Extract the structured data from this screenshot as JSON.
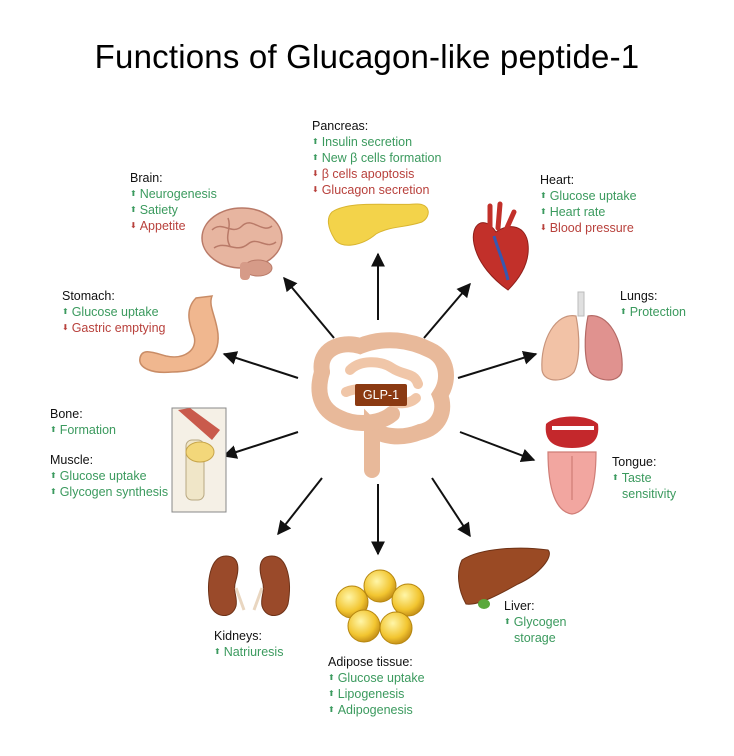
{
  "title": "Functions of Glucagon-like peptide-1",
  "center": {
    "label": "GLP-1"
  },
  "colors": {
    "increase": "#3b9a5e",
    "decrease": "#b8413c",
    "arrow": "#111111"
  },
  "organs": {
    "pancreas": {
      "name": "Pancreas:",
      "effects": [
        {
          "dir": "up",
          "text": "Insulin secretion"
        },
        {
          "dir": "up",
          "text": "New β cells formation"
        },
        {
          "dir": "down",
          "text": "β cells apoptosis"
        },
        {
          "dir": "down",
          "text": "Glucagon secretion"
        }
      ]
    },
    "brain": {
      "name": "Brain:",
      "effects": [
        {
          "dir": "up",
          "text": "Neurogenesis"
        },
        {
          "dir": "up",
          "text": "Satiety"
        },
        {
          "dir": "down",
          "text": "Appetite"
        }
      ]
    },
    "heart": {
      "name": "Heart:",
      "effects": [
        {
          "dir": "up",
          "text": "Glucose uptake"
        },
        {
          "dir": "up",
          "text": "Heart rate"
        },
        {
          "dir": "down",
          "text": "Blood pressure"
        }
      ]
    },
    "stomach": {
      "name": "Stomach:",
      "effects": [
        {
          "dir": "up",
          "text": "Glucose uptake"
        },
        {
          "dir": "down",
          "text": "Gastric emptying"
        }
      ]
    },
    "lungs": {
      "name": "Lungs:",
      "effects": [
        {
          "dir": "up",
          "text": "Protection"
        }
      ]
    },
    "bone": {
      "name": "Bone:",
      "effects": [
        {
          "dir": "up",
          "text": "Formation"
        }
      ]
    },
    "muscle": {
      "name": "Muscle:",
      "effects": [
        {
          "dir": "up",
          "text": "Glucose uptake"
        },
        {
          "dir": "up",
          "text": "Glycogen synthesis"
        }
      ]
    },
    "tongue": {
      "name": "Tongue:",
      "effects": [
        {
          "dir": "up",
          "text": "Taste",
          "cont": "sensitivity"
        }
      ]
    },
    "kidneys": {
      "name": "Kidneys:",
      "effects": [
        {
          "dir": "up",
          "text": "Natriuresis"
        }
      ]
    },
    "liver": {
      "name": "Liver:",
      "effects": [
        {
          "dir": "up",
          "text": "Glycogen",
          "cont": "storage"
        }
      ]
    },
    "adipose": {
      "name": "Adipose tissue:",
      "effects": [
        {
          "dir": "up",
          "text": "Glucose uptake"
        },
        {
          "dir": "up",
          "text": "Lipogenesis"
        },
        {
          "dir": "up",
          "text": "Adipogenesis"
        }
      ]
    }
  }
}
